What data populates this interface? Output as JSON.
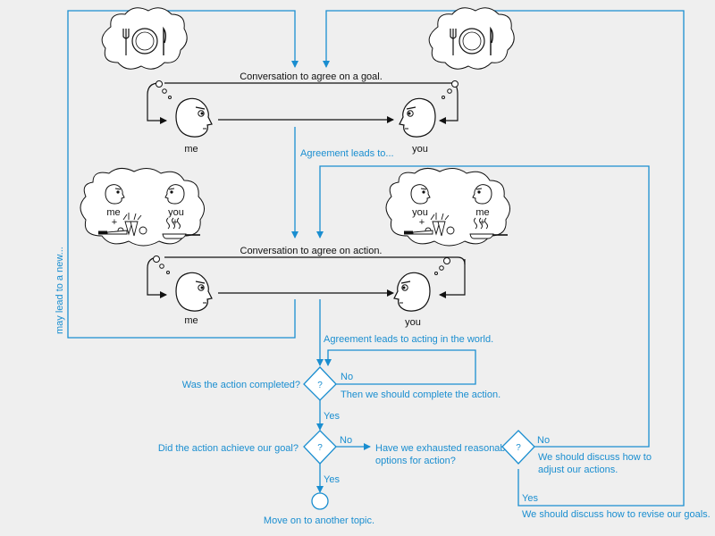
{
  "sections": {
    "goal": {
      "title": "Conversation to agree on a goal.",
      "person_left": "me",
      "person_right": "you"
    },
    "action": {
      "title": "Conversation to agree on action.",
      "person_left": "me",
      "person_right": "you",
      "thought_left": {
        "top_left": "me",
        "top_right": "you"
      },
      "thought_right": {
        "top_left": "you",
        "top_right": "me"
      }
    }
  },
  "links": {
    "agreement_leads_to": "Agreement leads to...",
    "agreement_leads_to_acting": "Agreement leads to acting in the world.",
    "may_lead_to_new": "may lead to a new..."
  },
  "decisions": {
    "completed": {
      "question": "Was the action completed?",
      "symbol": "?",
      "no_label": "No",
      "no_text": "Then we should complete the action.",
      "yes_label": "Yes"
    },
    "achieved": {
      "question": "Did the action achieve our goal?",
      "symbol": "?",
      "no_label": "No",
      "yes_label": "Yes"
    },
    "exhausted": {
      "question_line1": "Have we exhausted reasonable",
      "question_line2": "options for action?",
      "symbol": "?",
      "no_label": "No",
      "no_text_line1": "We should discuss how to",
      "no_text_line2": "adjust our actions.",
      "yes_label": "Yes",
      "yes_text": "We should discuss how to revise our goals."
    }
  },
  "end": {
    "text": "Move on to another topic."
  },
  "colors": {
    "flow": "#1a8ed0",
    "ink": "#111111",
    "background": "#efefef"
  }
}
